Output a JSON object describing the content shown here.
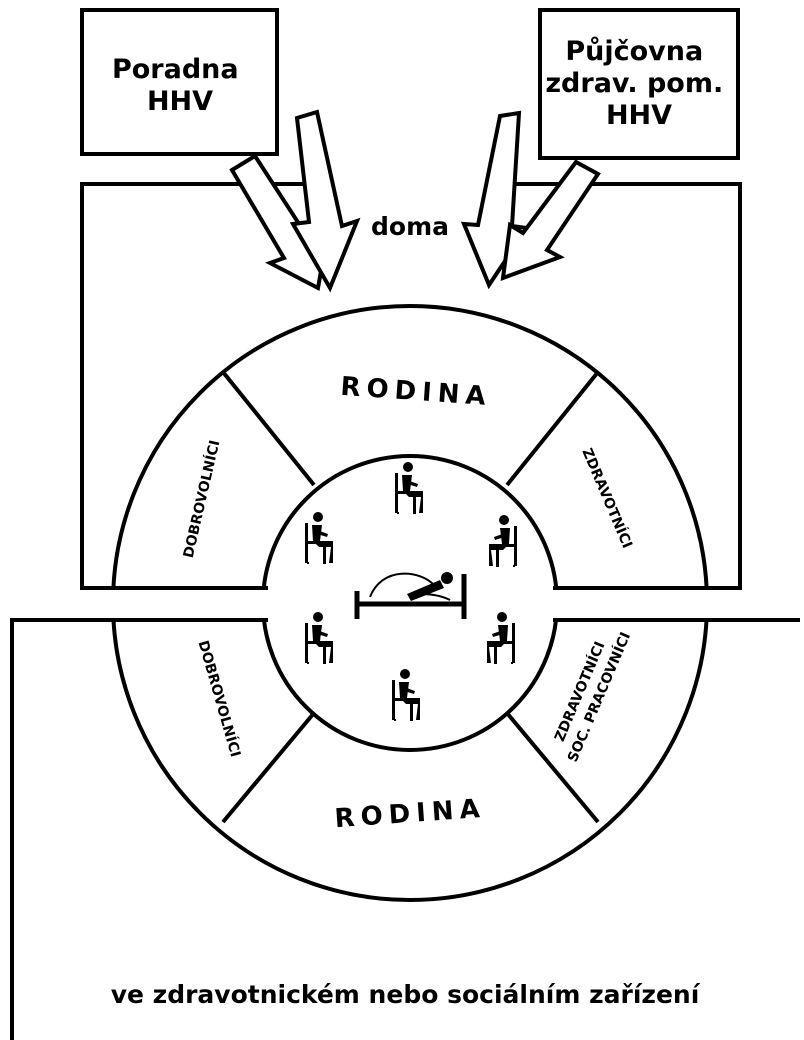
{
  "boxes": {
    "poradna": [
      "Poradna",
      "HHV"
    ],
    "pujcovna": [
      "Půjčovna",
      "zdrav. pom.",
      "HHV"
    ]
  },
  "home_label": "doma",
  "segments": {
    "top_family": "RODINA",
    "top_left": "DOBROVOLNÍCI",
    "top_right": "ZDRAVOTNÍCI",
    "bottom_left": "DOBROVOLNÍCI",
    "bottom_right": [
      "ZDRAVOTNÍCI",
      "SOC. PRACOVNÍCI"
    ],
    "bottom_family": "RODINA"
  },
  "facility_label": "ve zdravotnickém nebo sociálním zařízení",
  "icons": {
    "person": "seated-person-icon",
    "bed": "bed-patient-icon"
  },
  "colors": {
    "ink": "#000000",
    "paper": "#ffffff"
  }
}
